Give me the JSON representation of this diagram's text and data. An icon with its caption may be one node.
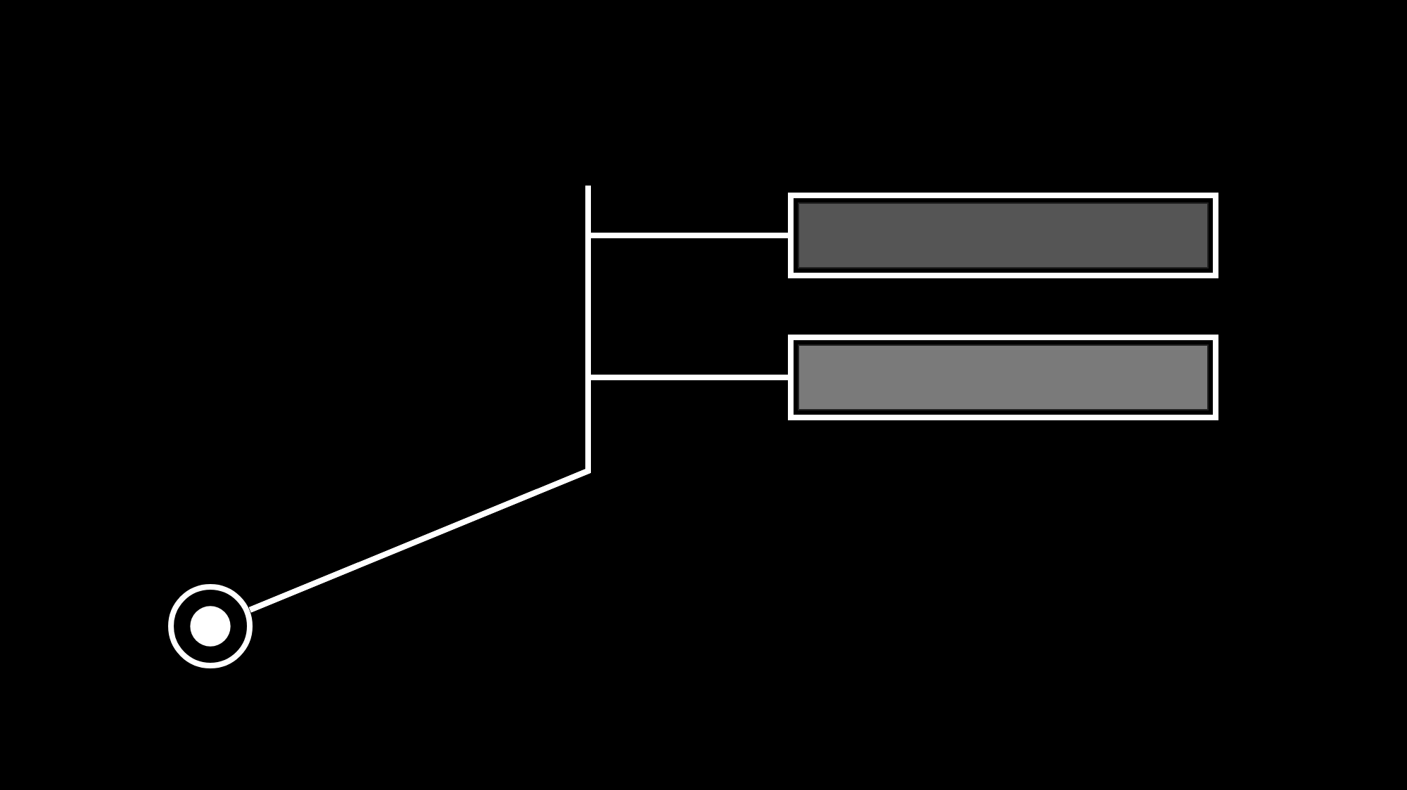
{
  "diagram": {
    "nodes": [
      {
        "text": [],
        "shape": "circle"
      },
      {
        "text": [],
        "shape": "bar"
      },
      {
        "text": [],
        "shape": "bar"
      }
    ],
    "edges": [
      {
        "from": 0,
        "to": 1,
        "arrow": "none"
      },
      {
        "from": 0,
        "to": 2,
        "arrow": "none"
      }
    ]
  }
}
